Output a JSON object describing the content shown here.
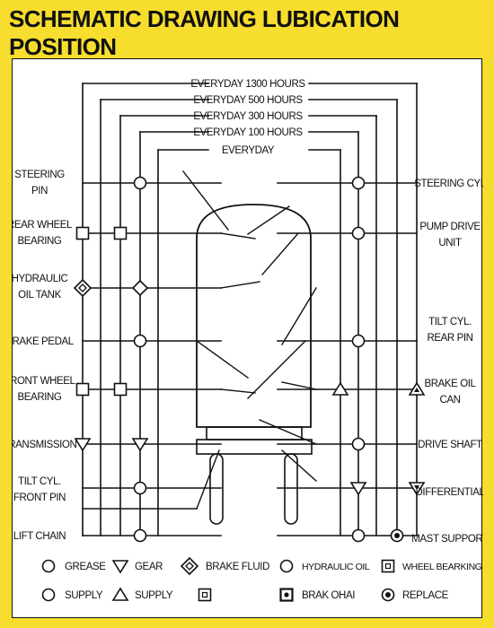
{
  "title": "SCHEMATIC DRAWING LUBICATION POSITION",
  "intervals": [
    "EVERYDAY 1300 HOURS",
    "EVERYDAY 500 HOURS",
    "EVERYDAY 300 HOURS",
    "EVERYDAY 100 HOURS",
    "EVERYDAY"
  ],
  "left_labels": [
    {
      "lines": [
        "STEERING",
        "PIN"
      ]
    },
    {
      "lines": [
        "REAR WHEEL",
        "BEARING"
      ]
    },
    {
      "lines": [
        "HYDRAULIC",
        "OIL TANK"
      ]
    },
    {
      "lines": [
        "BRAKE PEDAL"
      ]
    },
    {
      "lines": [
        "FRONT WHEEL",
        "BEARING"
      ]
    },
    {
      "lines": [
        "TRANSMISSION"
      ]
    },
    {
      "lines": [
        "TILT CYL.",
        "FRONT PIN"
      ]
    },
    {
      "lines": [
        "LIFT CHAIN"
      ]
    }
  ],
  "right_labels": [
    {
      "lines": [
        "STEERING CYL"
      ]
    },
    {
      "lines": [
        "PUMP DRIVE",
        "UNIT"
      ]
    },
    {
      "lines": [
        "TILT CYL.",
        "REAR PIN"
      ]
    },
    {
      "lines": [
        "BRAKE OIL",
        "CAN"
      ]
    },
    {
      "lines": [
        "DRIVE SHAFT"
      ]
    },
    {
      "lines": [
        "DIFFERENTIAL"
      ]
    },
    {
      "lines": [
        "MAST SUPPORT"
      ]
    }
  ],
  "markers": [
    {
      "shape": "circle",
      "line": 4,
      "y": "steering"
    },
    {
      "shape": "square",
      "line": 0,
      "y": "rearwheel"
    },
    {
      "shape": "square",
      "line": 2,
      "y": "rearwheel"
    },
    {
      "shape": "diamond-boxed",
      "line": 0,
      "y": "hydraulic"
    },
    {
      "shape": "diamond",
      "line": 4,
      "y": "hydraulic"
    },
    {
      "shape": "circle",
      "line": 4,
      "y": "brakepedal"
    },
    {
      "shape": "square",
      "line": 0,
      "y": "frontwheel"
    },
    {
      "shape": "square",
      "line": 2,
      "y": "frontwheel"
    },
    {
      "shape": "triangle-down",
      "line": 0,
      "y": "transmission"
    },
    {
      "shape": "triangle-down",
      "line": 4,
      "y": "transmission"
    },
    {
      "shape": "circle",
      "line": 4,
      "y": "tiltfront"
    },
    {
      "shape": "circle",
      "line": 4,
      "y": "liftchain"
    },
    {
      "shape": "circle",
      "line": 5,
      "y": "steering"
    },
    {
      "shape": "circle",
      "line": 5,
      "y": "pumpdrive"
    },
    {
      "shape": "circle",
      "line": 5,
      "y": "tiltrear"
    },
    {
      "shape": "triangle-up",
      "line": 6,
      "y": "brakeoil"
    },
    {
      "shape": "triangle-up-filled",
      "line": 9,
      "y": "brakeoil"
    },
    {
      "shape": "circle",
      "line": 5,
      "y": "driveshaft"
    },
    {
      "shape": "triangle-down",
      "line": 5,
      "y": "differential"
    },
    {
      "shape": "triangle-down-filled",
      "line": 9,
      "y": "differential"
    },
    {
      "shape": "circle",
      "line": 5,
      "y": "mastsupport"
    },
    {
      "shape": "circle-dot",
      "line": 7,
      "y": "mastsupport"
    }
  ],
  "legend": {
    "row1": [
      {
        "shape": "circle",
        "label": "GREASE"
      },
      {
        "shape": "triangle-down",
        "label": "GEAR"
      },
      {
        "shape": "diamond-boxed",
        "label": "BRAKE FLUID"
      },
      {
        "shape": "circle",
        "label": "HYDRAULIC OIL"
      },
      {
        "shape": "square-dot",
        "label": "WHEEL BEARKING"
      }
    ],
    "row2": [
      {
        "shape": "circle",
        "label": "SUPPLY"
      },
      {
        "shape": "triangle-up",
        "label": "SUPPLY"
      },
      {
        "shape": "square-dot",
        "label": ""
      },
      {
        "shape": "square-dot-bold",
        "label": "BRAK OHAI"
      },
      {
        "shape": "circle-dot",
        "label": "REPLACE"
      }
    ]
  },
  "colors": {
    "background": "#f7dd2d",
    "panel": "#ffffff",
    "ink": "#111111"
  }
}
